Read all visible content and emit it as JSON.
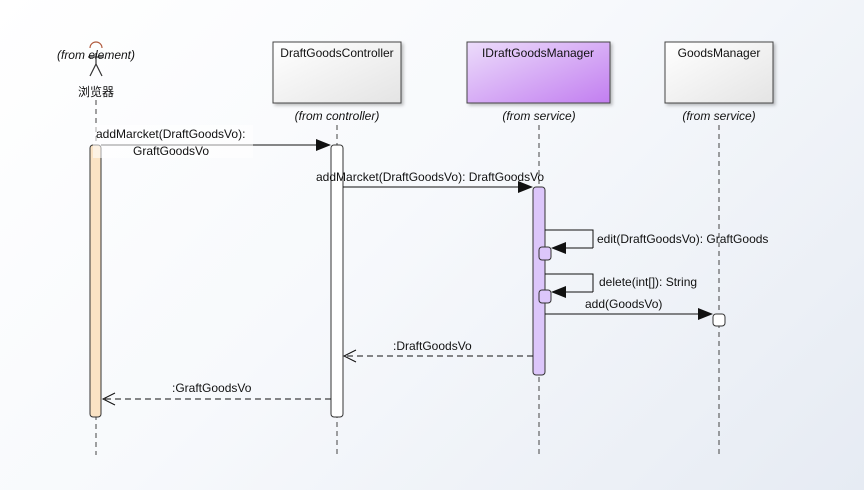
{
  "diagram": {
    "actor": {
      "stereotype": "(from element)",
      "name": "浏览器"
    },
    "lifelines": [
      {
        "name": "DraftGoodsController",
        "from": "(from controller)",
        "style": "plain"
      },
      {
        "name": "IDraftGoodsManager",
        "from": "(from service)",
        "style": "interface"
      },
      {
        "name": "GoodsManager",
        "from": "(from service)",
        "style": "plain"
      }
    ],
    "messages": [
      {
        "label_line1": "addMarcket(DraftGoodsVo):",
        "label_line2": "GraftGoodsVo"
      },
      {
        "label": "addMarcket(DraftGoodsVo): DraftGoodsVo"
      },
      {
        "label": "edit(DraftGoodsVo): GraftGoods"
      },
      {
        "label": "delete(int[]): String"
      },
      {
        "label": "add(GoodsVo)"
      },
      {
        "label": ":DraftGoodsVo"
      },
      {
        "label": ":GraftGoodsVo"
      }
    ],
    "colors": {
      "actor_activation": "#fbe3c4",
      "interface_header_start": "#ecdcfb",
      "interface_header_end": "#c27ef0",
      "interface_activation": "#dcc6fa",
      "lifeline": "#444444"
    }
  }
}
